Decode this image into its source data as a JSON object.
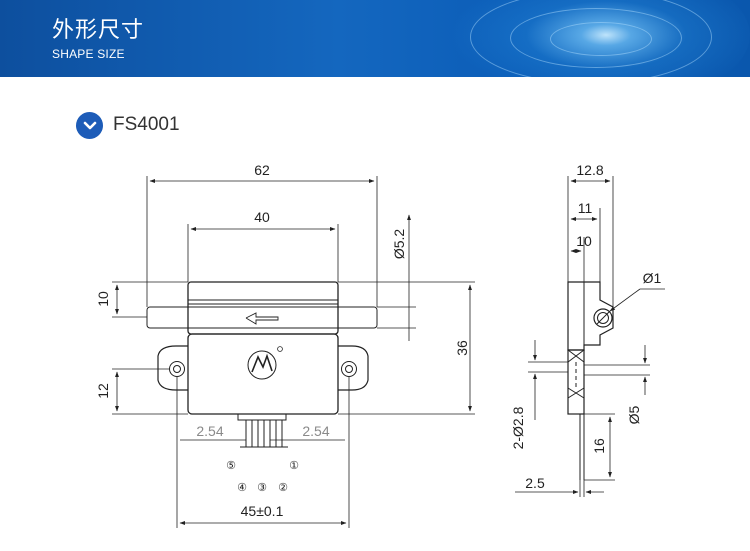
{
  "header": {
    "title": "外形尺寸",
    "subtitle": "SHAPE SIZE",
    "background_color": "#1467bf"
  },
  "model": {
    "icon": "chevron-down-icon",
    "name": "FS4001",
    "badge_color": "#1d5cb8"
  },
  "drawing": {
    "front_view": {
      "overall_width": "62",
      "body_width": "40",
      "port_diameter": "Ø5.2",
      "port_height": "10",
      "overall_height": "36",
      "mount_height": "12",
      "pin_pitch_left": "2.54",
      "pin_pitch_right": "2.54",
      "mount_span": "45±0.1",
      "pins": [
        "⑤",
        "④",
        "③",
        "②",
        "①"
      ]
    },
    "side_view": {
      "overall_depth": "12.8",
      "depth_2": "11",
      "depth_3": "10",
      "hole_diameter": "Ø1",
      "mount_holes": "2-Ø2.8",
      "pin_length": "16",
      "port_diameter": "Ø5",
      "pin_offset": "2.5"
    }
  }
}
